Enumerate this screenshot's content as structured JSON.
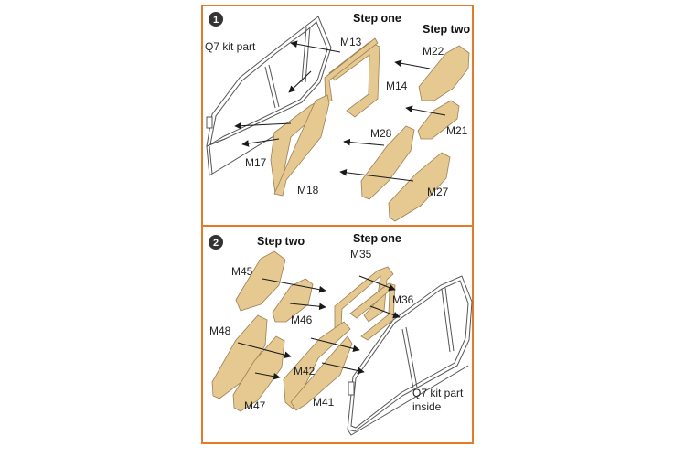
{
  "colors": {
    "border": "#e37b2b",
    "mask_fill": "#e6c891",
    "mask_stroke": "#9b8055",
    "badge": "#333333"
  },
  "panel1": {
    "badge": "1",
    "step_one": "Step one",
    "step_two": "Step two",
    "kit_part": "Q7 kit part",
    "labels": {
      "m13": "M13",
      "m14": "M14",
      "m17": "M17",
      "m18": "M18",
      "m21": "M21",
      "m22": "M22",
      "m27": "M27",
      "m28": "M28"
    }
  },
  "panel2": {
    "badge": "2",
    "step_two": "Step two",
    "step_one": "Step one",
    "kit_part_line1": "Q7 kit part",
    "kit_part_line2": "inside",
    "labels": {
      "m35": "M35",
      "m36": "M36",
      "m41": "M41",
      "m42": "M42",
      "m45": "M45",
      "m46": "M46",
      "m47": "M47",
      "m48": "M48"
    }
  }
}
